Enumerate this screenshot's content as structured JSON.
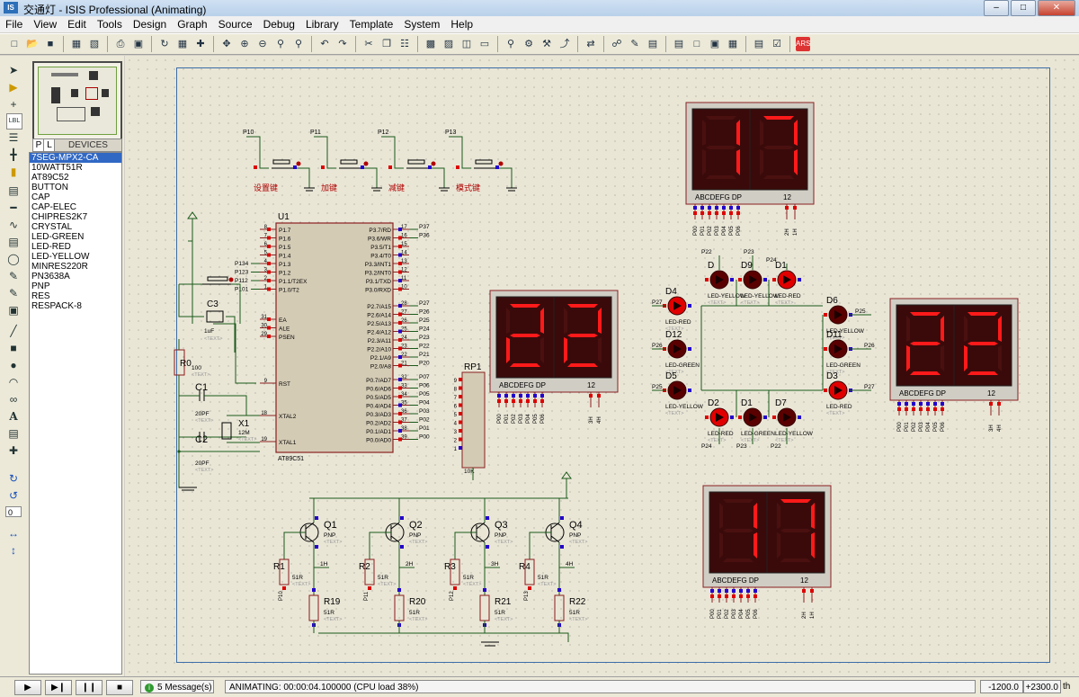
{
  "window": {
    "title": "交通灯 - ISIS Professional (Animating)",
    "icon_label": "IS"
  },
  "menu": [
    "File",
    "View",
    "Edit",
    "Tools",
    "Design",
    "Graph",
    "Source",
    "Debug",
    "Library",
    "Template",
    "System",
    "Help"
  ],
  "devices": {
    "tab_p": "P",
    "tab_l": "L",
    "header": "DEVICES",
    "items": [
      "7SEG-MPX2-CA",
      "10WATT51R",
      "AT89C52",
      "BUTTON",
      "CAP",
      "CAP-ELEC",
      "CHIPRES2K7",
      "CRYSTAL",
      "LED-GREEN",
      "LED-RED",
      "LED-YELLOW",
      "MINRES220R",
      "PN3638A",
      "PNP",
      "RES",
      "RESPACK-8"
    ],
    "selected_index": 0
  },
  "rotation_field": "0",
  "schematic": {
    "buttons": [
      {
        "pin": "P10",
        "label": "设置键"
      },
      {
        "pin": "P11",
        "label": "加键"
      },
      {
        "pin": "P12",
        "label": "减键"
      },
      {
        "pin": "P13",
        "label": "模式键"
      }
    ],
    "mcu": {
      "ref": "U1",
      "part": "AT89C51",
      "left_pins": [
        {
          "num": "8",
          "name": "P1.7"
        },
        {
          "num": "7",
          "name": "P1.6"
        },
        {
          "num": "6",
          "name": "P1.5"
        },
        {
          "num": "5",
          "name": "P1.4"
        },
        {
          "num": "4",
          "name": "P1.3",
          "net": "P134"
        },
        {
          "num": "3",
          "name": "P1.2",
          "net": "P123"
        },
        {
          "num": "2",
          "name": "P1.1/T2EX",
          "net": "P112"
        },
        {
          "num": "1",
          "name": "P1.0/T2",
          "net": "P101"
        }
      ],
      "ctrl_pins": [
        {
          "num": "31",
          "name": "EA"
        },
        {
          "num": "30",
          "name": "ALE"
        },
        {
          "num": "29",
          "name": "PSEN"
        }
      ],
      "rst": {
        "num": "9",
        "name": "RST"
      },
      "xtal": [
        {
          "num": "18",
          "name": "XTAL2"
        },
        {
          "num": "19",
          "name": "XTAL1"
        }
      ],
      "p3_pins": [
        {
          "num": "17",
          "name": "P3.7/RD",
          "net": "P37"
        },
        {
          "num": "16",
          "name": "P3.6/WR",
          "net": "P36"
        },
        {
          "num": "15",
          "name": "P3.5/T1"
        },
        {
          "num": "14",
          "name": "P3.4/T0"
        },
        {
          "num": "13",
          "name": "P3.3/INT1"
        },
        {
          "num": "12",
          "name": "P3.2/INT0"
        },
        {
          "num": "11",
          "name": "P3.1/TXD"
        },
        {
          "num": "10",
          "name": "P3.0/RXD"
        }
      ],
      "p2_pins": [
        {
          "num": "28",
          "name": "P2.7/A15",
          "net": "P27"
        },
        {
          "num": "27",
          "name": "P2.6/A14",
          "net": "P26"
        },
        {
          "num": "26",
          "name": "P2.5/A13",
          "net": "P25"
        },
        {
          "num": "25",
          "name": "P2.4/A12",
          "net": "P24"
        },
        {
          "num": "24",
          "name": "P2.3/A11",
          "net": "P23"
        },
        {
          "num": "23",
          "name": "P2.2/A10",
          "net": "P22"
        },
        {
          "num": "22",
          "name": "P2.1/A9",
          "net": "P21"
        },
        {
          "num": "21",
          "name": "P2.0/A8",
          "net": "P20"
        }
      ],
      "p0_pins": [
        {
          "num": "32",
          "name": "P0.7/AD7",
          "net": "P07"
        },
        {
          "num": "33",
          "name": "P0.6/AD6",
          "net": "P06"
        },
        {
          "num": "34",
          "name": "P0.5/AD5",
          "net": "P05"
        },
        {
          "num": "35",
          "name": "P0.4/AD4",
          "net": "P04"
        },
        {
          "num": "36",
          "name": "P0.3/AD3",
          "net": "P03"
        },
        {
          "num": "37",
          "name": "P0.2/AD2",
          "net": "P02"
        },
        {
          "num": "38",
          "name": "P0.1/AD1",
          "net": "P01"
        },
        {
          "num": "39",
          "name": "P0.0/AD0",
          "net": "P00"
        }
      ]
    },
    "passives": {
      "c3": {
        "ref": "C3",
        "value": "1uF"
      },
      "r0": {
        "ref": "R0",
        "value": "100"
      },
      "c1": {
        "ref": "C1",
        "value": "20PF"
      },
      "c2": {
        "ref": "C2",
        "value": "20PF"
      },
      "x1": {
        "ref": "X1",
        "value": "12M"
      },
      "rp1": {
        "ref": "RP1",
        "value": "10K",
        "pins": [
          "9",
          "8",
          "7",
          "6",
          "5",
          "4",
          "3",
          "2",
          "1"
        ]
      },
      "text_placeholder": "<TEXT>"
    },
    "displays": [
      {
        "id": "top",
        "digits": [
          "1",
          "7"
        ],
        "pins_label": "ABCDEFG  DP",
        "num": "12",
        "seg_nets": [
          "P00",
          "P01",
          "P02",
          "P03",
          "P04",
          "P05",
          "P06"
        ],
        "com_nets": [
          "2H",
          "1H"
        ]
      },
      {
        "id": "mid",
        "digits": [
          "2",
          "2"
        ],
        "pins_label": "ABCDEFG  DP",
        "num": "12",
        "seg_nets": [
          "P00",
          "P01",
          "P02",
          "P03",
          "P04",
          "P05",
          "P06"
        ],
        "com_nets": [
          "3H",
          "4H"
        ]
      },
      {
        "id": "right",
        "digits": [
          "2",
          "2"
        ],
        "pins_label": "ABCDEFG  DP",
        "num": "12",
        "seg_nets": [
          "P00",
          "P01",
          "P02",
          "P03",
          "P04",
          "P05",
          "P06"
        ],
        "com_nets": [
          "3H",
          "4H"
        ]
      },
      {
        "id": "bottom",
        "digits": [
          "1",
          "7"
        ],
        "pins_label": "ABCDEFG  DP",
        "num": "12",
        "seg_nets": [
          "P00",
          "P01",
          "P02",
          "P03",
          "P04",
          "P05",
          "P06"
        ],
        "com_nets": [
          "2H",
          "1H"
        ]
      }
    ],
    "leds": [
      {
        "ref": "D4",
        "type": "LED-RED",
        "net": "P27"
      },
      {
        "ref": "D12",
        "type": "LED-GREEN",
        "net": "P26"
      },
      {
        "ref": "D5",
        "type": "LED-YELLOW",
        "net": "P25"
      },
      {
        "ref": "D6",
        "type": "LED-YELLOW",
        "net": "P25"
      },
      {
        "ref": "D11",
        "type": "LED-GREEN",
        "net": "P26"
      },
      {
        "ref": "D3",
        "type": "LED-RED",
        "net": "P27"
      },
      {
        "ref": "D1",
        "type": "LED-RED",
        "net": "P24"
      },
      {
        "ref": "D9",
        "type": "LED-YELLOW",
        "net": "P23"
      },
      {
        "ref": "D",
        "type": "LED-YELLOW",
        "net": "P22"
      },
      {
        "ref": "D2",
        "type": "LED-RED",
        "net": "P24"
      },
      {
        "ref": "D1",
        "type": "LED-GREEN",
        "net": "P23"
      },
      {
        "ref": "D7",
        "type": "LED-YELLOW",
        "net": "P22"
      }
    ],
    "transistors": [
      {
        "ref": "Q1",
        "type": "PNP",
        "r_base": "R1",
        "r_base_val": "51R",
        "r_col": "R19",
        "r_col_val": "51R",
        "net": "1H",
        "pin": "P10"
      },
      {
        "ref": "Q2",
        "type": "PNP",
        "r_base": "R2",
        "r_base_val": "51R",
        "r_col": "R20",
        "r_col_val": "51R",
        "net": "2H",
        "pin": "P11"
      },
      {
        "ref": "Q3",
        "type": "PNP",
        "r_base": "R3",
        "r_base_val": "51R",
        "r_col": "R21",
        "r_col_val": "51R",
        "net": "3H",
        "pin": "P12"
      },
      {
        "ref": "Q4",
        "type": "PNP",
        "r_base": "R4",
        "r_base_val": "51R",
        "r_col": "R22",
        "r_col_val": "51R",
        "net": "4H",
        "pin": "P13"
      }
    ]
  },
  "status": {
    "messages": "5 Message(s)",
    "animating": "ANIMATING: 00:00:04.100000 (CPU load 38%)",
    "x": "-1200.0",
    "y": "+2300.0",
    "units": "th"
  },
  "colors": {
    "led_on": "#e00000",
    "led_off": "#5a0000",
    "seg_on": "#ff1a1a",
    "display_bg": "#3a0a0a",
    "wire": "#1a5a1a",
    "component": "#8b1a1a"
  }
}
